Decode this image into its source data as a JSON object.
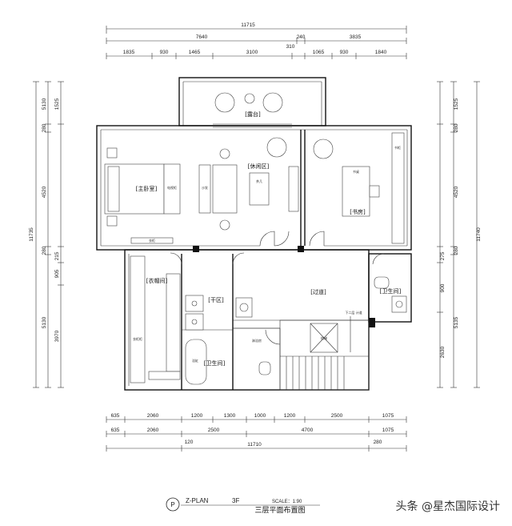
{
  "dims": {
    "top_total": "11715",
    "top_row2": [
      "7640",
      "240",
      "3835"
    ],
    "top_310": "310",
    "top_row3": [
      "1835",
      "930",
      "1465",
      "3100",
      "1065",
      "930",
      "1840"
    ],
    "left_total": "11735",
    "left_row": [
      "1525",
      "280",
      "4520",
      "280",
      "905",
      "3970"
    ],
    "left_small": [
      "5130",
      "215"
    ],
    "right_total": "11740",
    "right_row": [
      "1525",
      "280",
      "4520",
      "280",
      "900",
      "2630"
    ],
    "right_small": [
      "5135",
      "275"
    ],
    "bottom_row1": [
      "635",
      "2060",
      "1200",
      "1300",
      "1000",
      "1200",
      "2500",
      "1075"
    ],
    "bottom_row2": [
      "635",
      "2060",
      "2500",
      "4700",
      "1075"
    ],
    "bottom_small": [
      "120",
      "280"
    ],
    "bottom_total": "11710"
  },
  "rooms": {
    "terrace": "[露台]",
    "master_bedroom": "[主卧室]",
    "lounge": "[休闲区]",
    "study": "[书房]",
    "closet": "[衣帽间]",
    "dry_area": "[干区]",
    "corridor": "[过道]",
    "bathroom_right": "[卫生间]",
    "bathroom_bottom": "[卫生间]"
  },
  "labels": {
    "tv_cabinet": "电视柜",
    "wardrobe": "衣柜",
    "desk": "书桌",
    "coffee_table": "茶几",
    "sofa": "沙发",
    "display_cabinet": "书柜",
    "shoe_cabinet": "衣柜柜",
    "bathtub": "浴缸",
    "shower": "淋浴房",
    "stairs_down": "下二层 计道",
    "stair_up": "楼梯"
  },
  "title": {
    "symbol": "P",
    "plan_code": "Z-PLAN",
    "floor": "3F",
    "scale": "SCALE：1:90",
    "name": "三层平面布置图"
  },
  "watermark": "头条 @星杰国际设计"
}
